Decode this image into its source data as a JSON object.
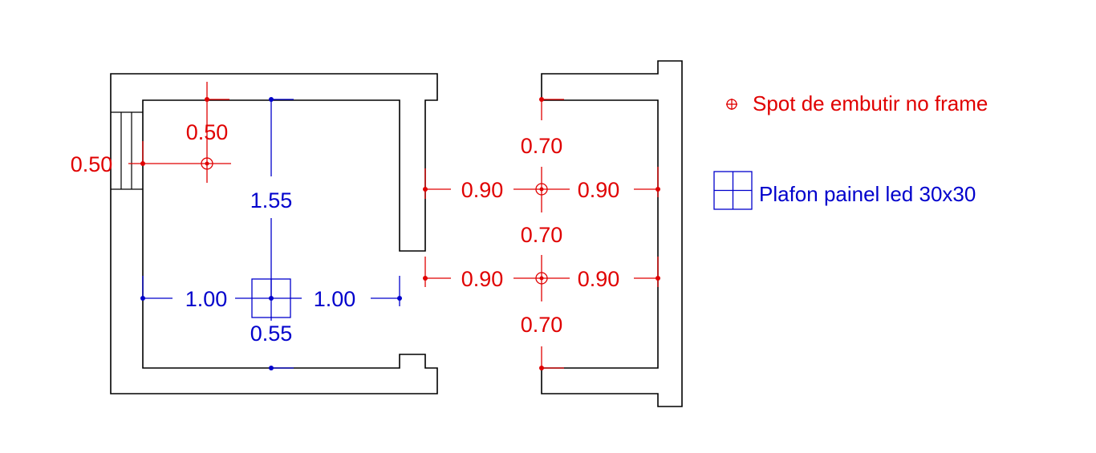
{
  "colors": {
    "red": "#e00000",
    "blue": "#0000cc",
    "wall": "#000000",
    "background": "#ffffff"
  },
  "legend": {
    "spot": {
      "label": "Spot de embutir no frame",
      "icon": "spot-icon"
    },
    "panel": {
      "label": "Plafon painel led 30x30",
      "icon": "led-panel-icon"
    }
  },
  "left_room": {
    "spot_offset_top": "0.50",
    "spot_offset_left": "0.50",
    "panel_offset_top": "1.55",
    "panel_offset_left": "1.00",
    "panel_offset_right": "1.00",
    "panel_offset_bottom": "0.55"
  },
  "right_room": {
    "top_gap": "0.70",
    "mid_gap": "0.70",
    "bottom_gap": "0.70",
    "spot1_left": "0.90",
    "spot1_right": "0.90",
    "spot2_left": "0.90",
    "spot2_right": "0.90"
  }
}
